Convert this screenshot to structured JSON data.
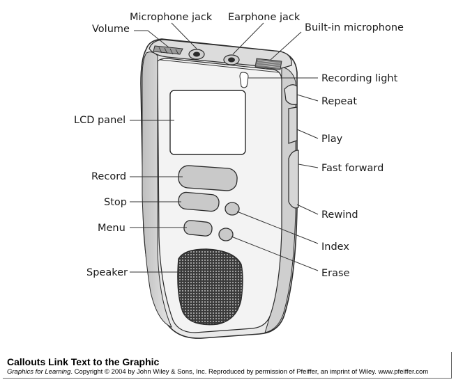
{
  "diagram": {
    "callouts": {
      "volume": "Volume",
      "microphone_jack": "Microphone jack",
      "earphone_jack": "Earphone jack",
      "built_in_microphone": "Built-in microphone",
      "recording_light": "Recording light",
      "repeat": "Repeat",
      "lcd_panel": "LCD panel",
      "play": "Play",
      "record": "Record",
      "fast_forward": "Fast forward",
      "stop": "Stop",
      "rewind": "Rewind",
      "menu": "Menu",
      "index": "Index",
      "speaker": "Speaker",
      "erase": "Erase"
    },
    "colors": {
      "outline": "#2a2a2a",
      "body_light": "#f2f2f2",
      "body_shade": "#c9c9c9",
      "panel": "#ffffff"
    }
  },
  "caption": {
    "title": "Callouts Link Text to the Graphic",
    "book": "Graphics for Learning",
    "credit": ". Copyright © 2004 by John Wiley & Sons, Inc.  Reproduced by permission of Pfeiffer, an imprint of Wiley. www.pfeiffer.com"
  }
}
